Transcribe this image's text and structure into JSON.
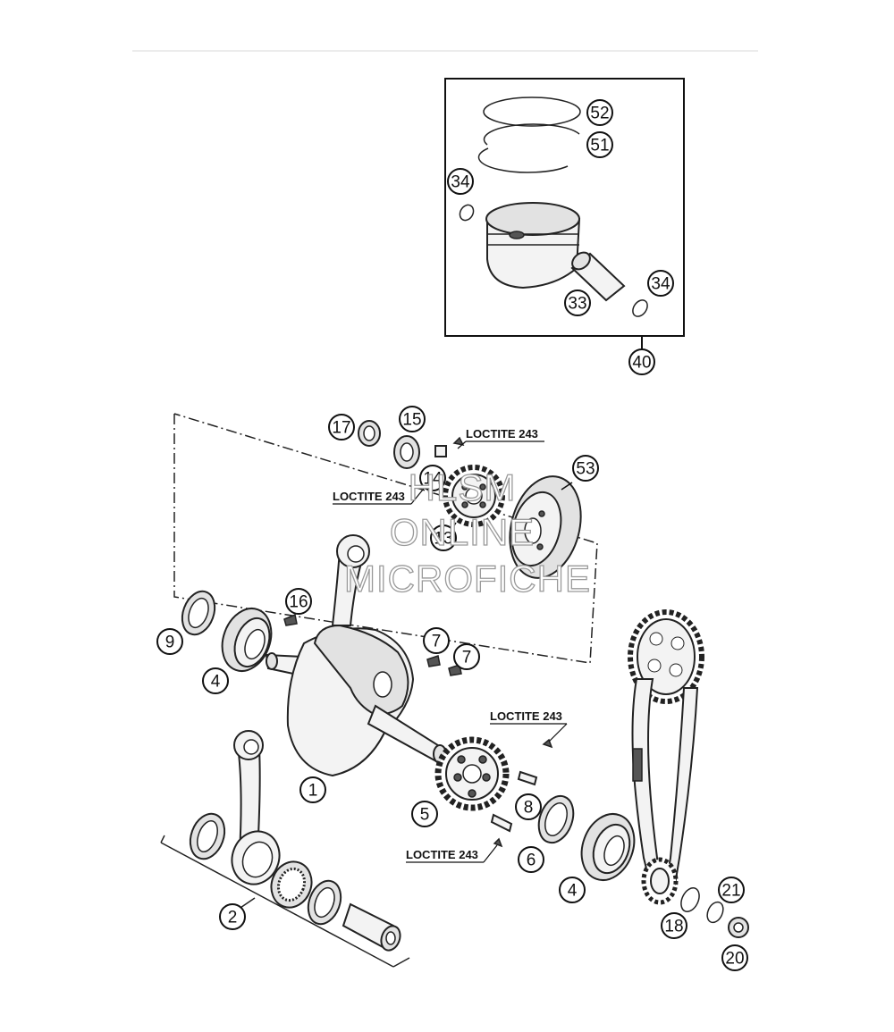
{
  "callouts": [
    {
      "id": "c52",
      "label": "52"
    },
    {
      "id": "c51",
      "label": "51"
    },
    {
      "id": "c34a",
      "label": "34"
    },
    {
      "id": "c34b",
      "label": "34"
    },
    {
      "id": "c33",
      "label": "33"
    },
    {
      "id": "c40",
      "label": "40"
    },
    {
      "id": "c17",
      "label": "17"
    },
    {
      "id": "c15",
      "label": "15"
    },
    {
      "id": "c14",
      "label": "14"
    },
    {
      "id": "c13",
      "label": "13"
    },
    {
      "id": "c53",
      "label": "53"
    },
    {
      "id": "c16",
      "label": "16"
    },
    {
      "id": "c9",
      "label": "9"
    },
    {
      "id": "c4a",
      "label": "4"
    },
    {
      "id": "c7a",
      "label": "7"
    },
    {
      "id": "c7b",
      "label": "7"
    },
    {
      "id": "c1",
      "label": "1"
    },
    {
      "id": "c5",
      "label": "5"
    },
    {
      "id": "c8",
      "label": "8"
    },
    {
      "id": "c6",
      "label": "6"
    },
    {
      "id": "c4b",
      "label": "4"
    },
    {
      "id": "c2",
      "label": "2"
    },
    {
      "id": "c18",
      "label": "18"
    },
    {
      "id": "c21",
      "label": "21"
    },
    {
      "id": "c20",
      "label": "20"
    }
  ],
  "loctite_labels": [
    {
      "id": "lt1",
      "text": "LOCTITE 243"
    },
    {
      "id": "lt2",
      "text": "LOCTITE 243"
    },
    {
      "id": "lt3",
      "text": "LOCTITE 243"
    },
    {
      "id": "lt4",
      "text": "LOCTITE 243"
    }
  ],
  "watermark": {
    "line1": "HLSM",
    "line2": "ONLINE",
    "line3": "MICROFICHE"
  }
}
